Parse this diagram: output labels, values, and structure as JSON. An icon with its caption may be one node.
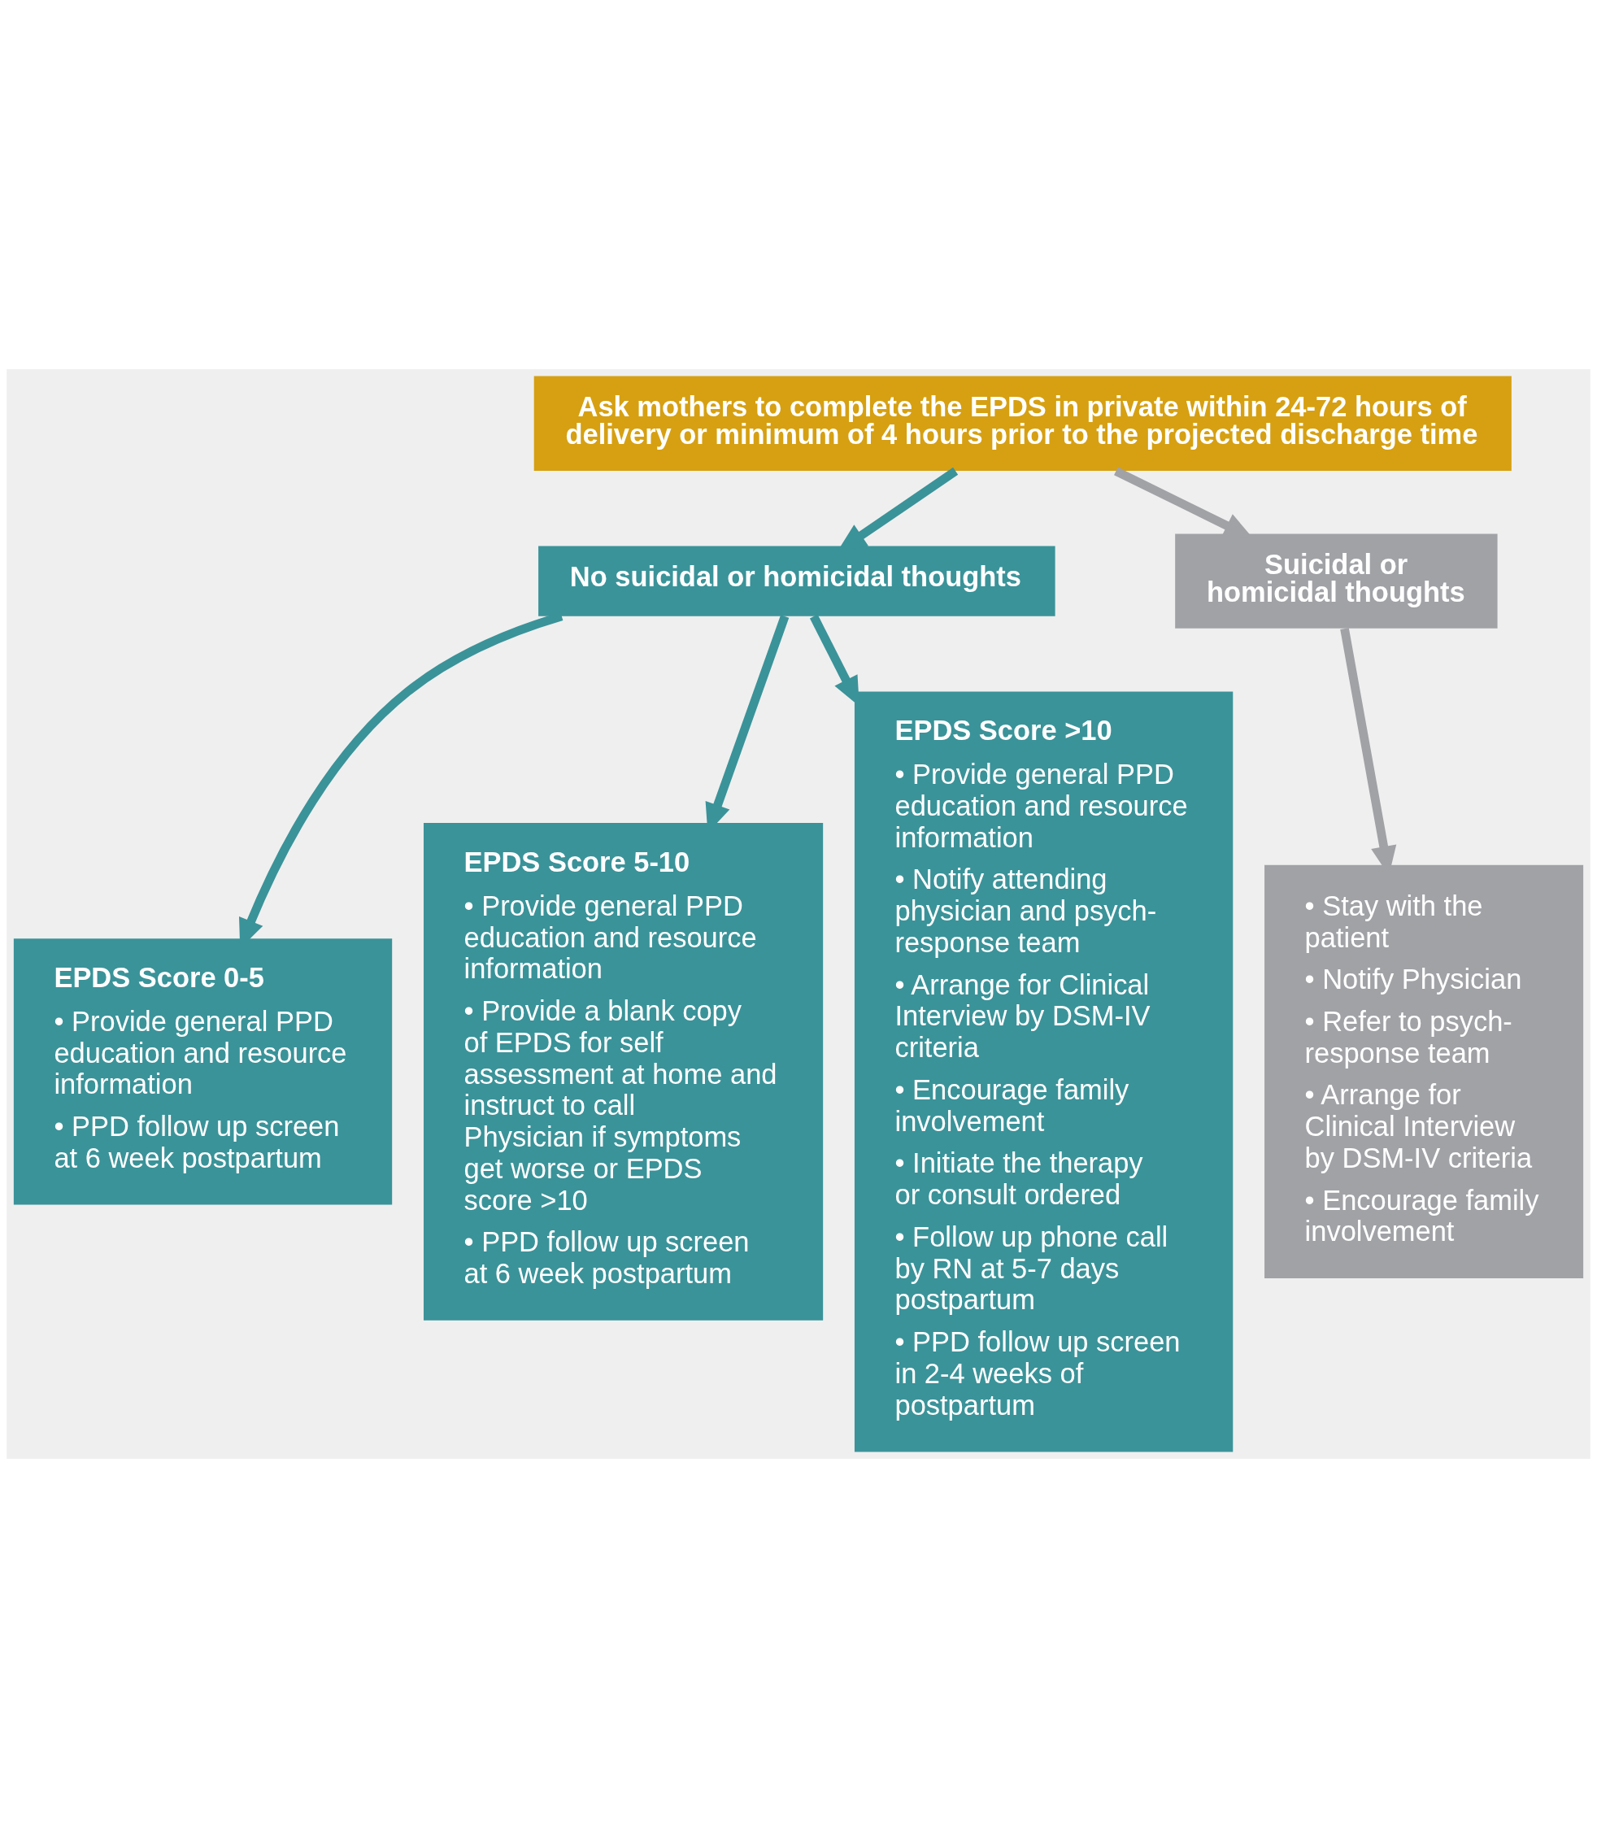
{
  "diagram": {
    "nodes": [
      {
        "text": [
          "Ask mothers to complete the EPDS in private within 24-72 hours of delivery or minimum of 4 hours prior to the projected discharge time"
        ]
      },
      {
        "text": [
          "No suicidal or homicidal thoughts"
        ]
      },
      {
        "text": [
          "Suicidal or homicidal thoughts"
        ]
      },
      {
        "text": [
          "EPDS Score 0-5",
          "• Provide general PPD education and resource information",
          "• PPD follow up screen at 6 week postpartum"
        ]
      },
      {
        "text": [
          "EPDS Score 5-10",
          "• Provide general PPD education and resource information",
          "• Provide a blank copy of EPDS for self assessment at home and instruct to call Physician if symptoms get worse or EPDS score >10",
          "• PPD follow up screen at 6 week postpartum"
        ]
      },
      {
        "text": [
          "EPDS Score >10",
          "• Provide general PPD education and resource information",
          "• Notify attending physician and psych-response team",
          "• Arrange for Clinical Interview by DSM-IV criteria",
          "• Encourage family involvement",
          "• Initiate the therapy or consult ordered",
          "• Follow up phone call by RN at 5-7 days postpartum",
          "• PPD follow up screen in 2-4 weeks of postpartum"
        ]
      },
      {
        "text": [
          "• Stay with the patient",
          "• Notify Physician",
          "• Refer to psych-response team",
          "• Arrange for Clinical Interview by DSM-IV criteria",
          "• Encourage family involvement"
        ]
      }
    ],
    "edges": [
      {
        "from": 0,
        "to": 1,
        "arrow": "to"
      },
      {
        "from": 0,
        "to": 2,
        "arrow": "to",
        "color": "#a1a2a6"
      },
      {
        "from": 1,
        "to": 3,
        "arrow": "to"
      },
      {
        "from": 1,
        "to": 4,
        "arrow": "to"
      },
      {
        "from": 1,
        "to": 5,
        "arrow": "to"
      },
      {
        "from": 2,
        "to": 6,
        "arrow": "to",
        "color": "#a1a2a6"
      }
    ]
  }
}
